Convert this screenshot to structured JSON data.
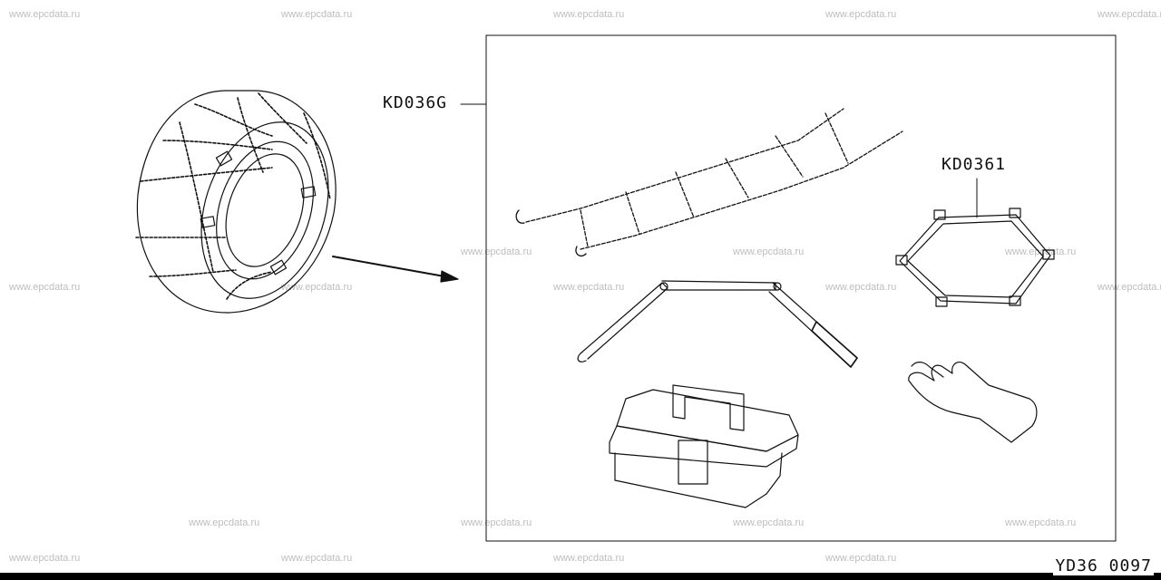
{
  "watermark_text": "www.epcdata.ru",
  "parts": {
    "kit_part_number": "KD036G",
    "tensioner_part_number": "KD0361"
  },
  "diagram_code": "YD36 0097"
}
